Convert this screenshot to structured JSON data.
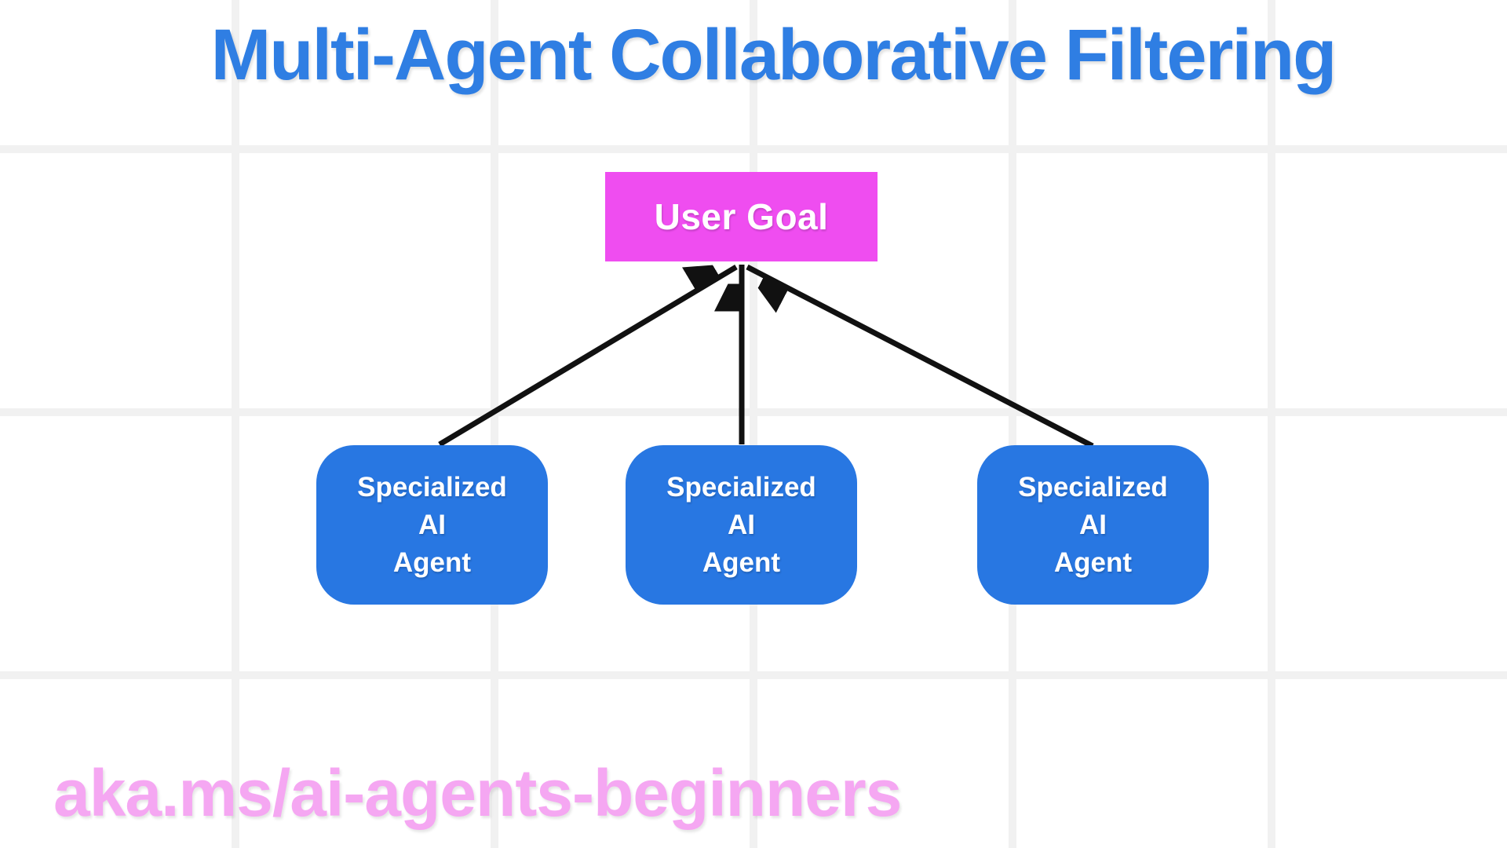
{
  "page": {
    "title": "Multi-Agent Collaborative Filtering",
    "footer_link": "aka.ms/ai-agents-beginners"
  },
  "diagram": {
    "goal_node": {
      "id": "user-goal",
      "label": "User Goal"
    },
    "agent_nodes": [
      {
        "id": "agent-1",
        "label": "Specialized\nAI\nAgent"
      },
      {
        "id": "agent-2",
        "label": "Specialized\nAI\nAgent"
      },
      {
        "id": "agent-3",
        "label": "Specialized\nAI\nAgent"
      }
    ],
    "edges": [
      {
        "from": "agent-1",
        "to": "user-goal",
        "arrowhead_at": "user-goal"
      },
      {
        "from": "agent-2",
        "to": "user-goal",
        "arrowhead_at": "user-goal"
      },
      {
        "from": "agent-3",
        "to": "user-goal",
        "arrowhead_at": "user-goal"
      }
    ],
    "colors": {
      "title_blue": "#2f7ee3",
      "agent_blue": "#2877e2",
      "goal_magenta": "#ef4df0",
      "footer_pink": "#f5a7f2",
      "arrow_black": "#111111",
      "grid_gray": "#f1f1f1",
      "background": "#ffffff",
      "node_text": "#ffffff"
    }
  }
}
